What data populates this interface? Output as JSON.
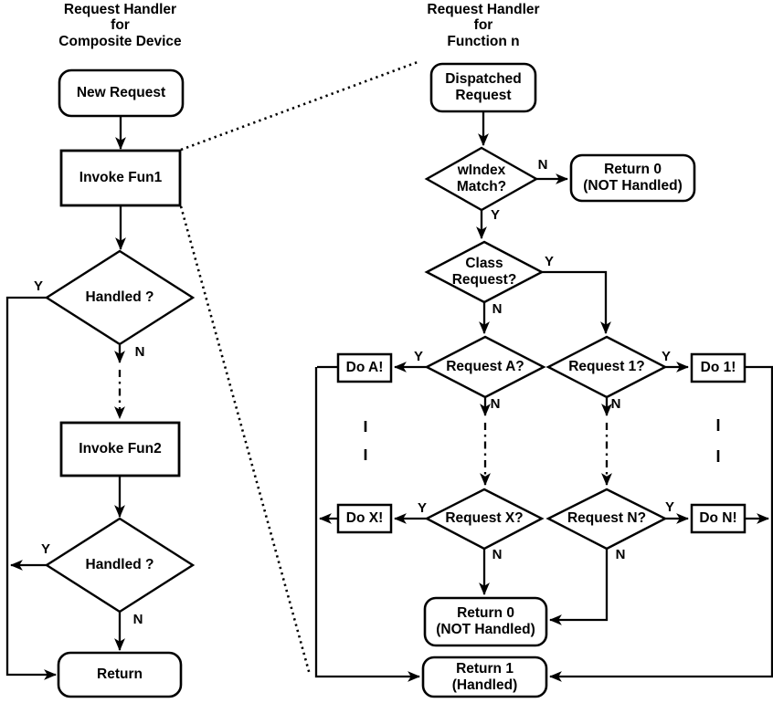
{
  "left_chart": {
    "title": "Request Handler\nfor\nComposite Device",
    "nodes": {
      "new_request": "New Request",
      "invoke_fun1": "Invoke Fun1",
      "handled_1": "Handled ?",
      "invoke_fun2": "Invoke Fun2",
      "handled_2": "Handled ?",
      "return_node": "Return"
    },
    "branches": {
      "handled_1_yes": "Y",
      "handled_1_no": "N",
      "handled_2_yes": "Y",
      "handled_2_no": "N"
    }
  },
  "right_chart": {
    "title": "Request Handler\nfor\nFunction n",
    "nodes": {
      "dispatched_request": "Dispatched\nRequest",
      "windex_match": "wIndex\nMatch?",
      "return_0_top": "Return 0\n(NOT Handled)",
      "class_request": "Class\nRequest?",
      "request_a": "Request A?",
      "do_a": "Do A!",
      "request_1": "Request 1?",
      "do_1": "Do 1!",
      "request_x": "Request X?",
      "do_x": "Do X!",
      "request_n": "Request N?",
      "do_n": "Do N!",
      "return_0_bottom": "Return 0\n(NOT Handled)",
      "return_1": "Return 1\n(Handled)"
    },
    "branches": {
      "windex_no": "N",
      "windex_yes": "Y",
      "class_yes": "Y",
      "class_no": "N",
      "request_a_yes": "Y",
      "request_a_no": "N",
      "request_1_yes": "Y",
      "request_1_no": "N",
      "request_x_yes": "Y",
      "request_x_no": "N",
      "request_n_yes": "Y",
      "request_n_no": "N"
    }
  },
  "colors": {
    "ink": "#000000",
    "background": "#ffffff"
  }
}
